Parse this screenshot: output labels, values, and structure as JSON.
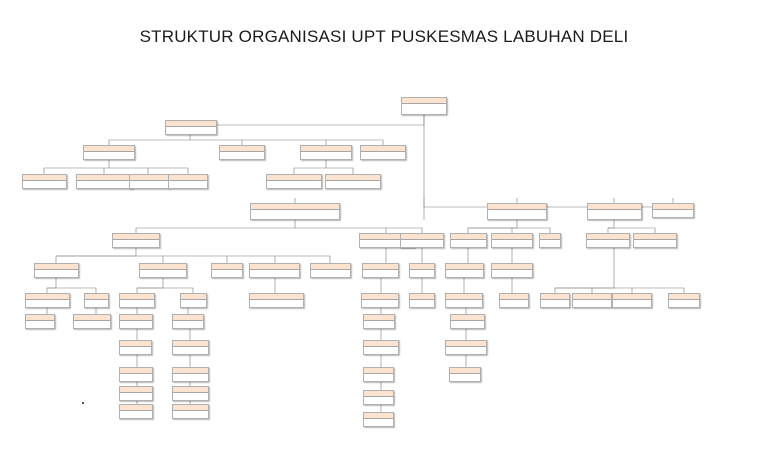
{
  "title": "STRUKTUR ORGANISASI UPT PUSKESMAS LABUHAN DELI",
  "colors": {
    "box_border": "#b0b0b0",
    "box_header_fill": "#fbe3cf",
    "line": "#7a7a7a"
  },
  "boxes": [
    {
      "id": "b0",
      "heading": "",
      "name": ""
    },
    {
      "id": "b1",
      "heading": "",
      "name": ""
    },
    {
      "id": "b2",
      "heading": "",
      "name": ""
    },
    {
      "id": "b3",
      "heading": "",
      "name": ""
    },
    {
      "id": "b4",
      "heading": "",
      "name": ""
    },
    {
      "id": "b5",
      "heading": "",
      "name": ""
    },
    {
      "id": "b6",
      "heading": "",
      "name": ""
    },
    {
      "id": "b7",
      "heading": "",
      "name": ""
    },
    {
      "id": "b8",
      "heading": "",
      "name": ""
    },
    {
      "id": "b9",
      "heading": "",
      "name": ""
    },
    {
      "id": "b10",
      "heading": "",
      "name": ""
    },
    {
      "id": "b11",
      "heading": "",
      "name": ""
    },
    {
      "id": "b12",
      "heading": "",
      "name": ""
    },
    {
      "id": "b13",
      "heading": "",
      "name": ""
    },
    {
      "id": "b14",
      "heading": "",
      "name": ""
    },
    {
      "id": "b15",
      "heading": "",
      "name": ""
    },
    {
      "id": "b16",
      "heading": "",
      "name": ""
    },
    {
      "id": "b17",
      "heading": "",
      "name": ""
    },
    {
      "id": "b18",
      "heading": "",
      "name": ""
    },
    {
      "id": "b19",
      "heading": "",
      "name": ""
    },
    {
      "id": "b20",
      "heading": "",
      "name": ""
    },
    {
      "id": "b21",
      "heading": "",
      "name": ""
    },
    {
      "id": "b22",
      "heading": "",
      "name": ""
    },
    {
      "id": "b23",
      "heading": "",
      "name": ""
    },
    {
      "id": "b24",
      "heading": "",
      "name": ""
    },
    {
      "id": "b25",
      "heading": "",
      "name": ""
    },
    {
      "id": "b26",
      "heading": "",
      "name": ""
    },
    {
      "id": "b27",
      "heading": "",
      "name": ""
    },
    {
      "id": "b28",
      "heading": "",
      "name": ""
    },
    {
      "id": "b29",
      "heading": "",
      "name": ""
    },
    {
      "id": "b30",
      "heading": "",
      "name": ""
    },
    {
      "id": "b31",
      "heading": "",
      "name": ""
    },
    {
      "id": "b32",
      "heading": "",
      "name": ""
    },
    {
      "id": "b33",
      "heading": "",
      "name": ""
    },
    {
      "id": "b34",
      "heading": "",
      "name": ""
    },
    {
      "id": "b35",
      "heading": "",
      "name": ""
    },
    {
      "id": "b36",
      "heading": "",
      "name": ""
    },
    {
      "id": "b37",
      "heading": "",
      "name": ""
    },
    {
      "id": "b38",
      "heading": "",
      "name": ""
    },
    {
      "id": "b39",
      "heading": "",
      "name": ""
    },
    {
      "id": "b40",
      "heading": "",
      "name": ""
    },
    {
      "id": "b41",
      "heading": "",
      "name": ""
    },
    {
      "id": "b42",
      "heading": "",
      "name": ""
    },
    {
      "id": "b43",
      "heading": "",
      "name": ""
    },
    {
      "id": "b44",
      "heading": "",
      "name": ""
    },
    {
      "id": "b45",
      "heading": "",
      "name": ""
    },
    {
      "id": "b46",
      "heading": "",
      "name": ""
    },
    {
      "id": "b47",
      "heading": "",
      "name": ""
    },
    {
      "id": "b48",
      "heading": "",
      "name": ""
    },
    {
      "id": "b49",
      "heading": "",
      "name": ""
    },
    {
      "id": "b50",
      "heading": "",
      "name": ""
    },
    {
      "id": "b51",
      "heading": "",
      "name": ""
    },
    {
      "id": "b52",
      "heading": "",
      "name": ""
    },
    {
      "id": "b53",
      "heading": "",
      "name": ""
    },
    {
      "id": "b54",
      "heading": "",
      "name": ""
    },
    {
      "id": "b55",
      "heading": "",
      "name": ""
    },
    {
      "id": "b56",
      "heading": "",
      "name": ""
    },
    {
      "id": "b57",
      "heading": "",
      "name": ""
    },
    {
      "id": "b58",
      "heading": "",
      "name": ""
    },
    {
      "id": "b59",
      "heading": "",
      "name": ""
    },
    {
      "id": "b60",
      "heading": "",
      "name": ""
    },
    {
      "id": "b61",
      "heading": "",
      "name": ""
    },
    {
      "id": "b62",
      "heading": "",
      "name": ""
    },
    {
      "id": "b63",
      "heading": "",
      "name": ""
    },
    {
      "id": "b64",
      "heading": "",
      "name": ""
    },
    {
      "id": "b65",
      "heading": "",
      "name": ""
    },
    {
      "id": "b66",
      "heading": "",
      "name": ""
    },
    {
      "id": "b67",
      "heading": "",
      "name": ""
    },
    {
      "id": "b68",
      "heading": "",
      "name": ""
    },
    {
      "id": "b69",
      "heading": "",
      "name": ""
    },
    {
      "id": "b70",
      "heading": "",
      "name": ""
    },
    {
      "id": "b71",
      "heading": "",
      "name": ""
    },
    {
      "id": "b72",
      "heading": "",
      "name": ""
    },
    {
      "id": "b73",
      "heading": "",
      "name": ""
    },
    {
      "id": "b74",
      "heading": "",
      "name": ""
    },
    {
      "id": "b75",
      "heading": "",
      "name": ""
    },
    {
      "id": "b76",
      "heading": "",
      "name": ""
    }
  ]
}
